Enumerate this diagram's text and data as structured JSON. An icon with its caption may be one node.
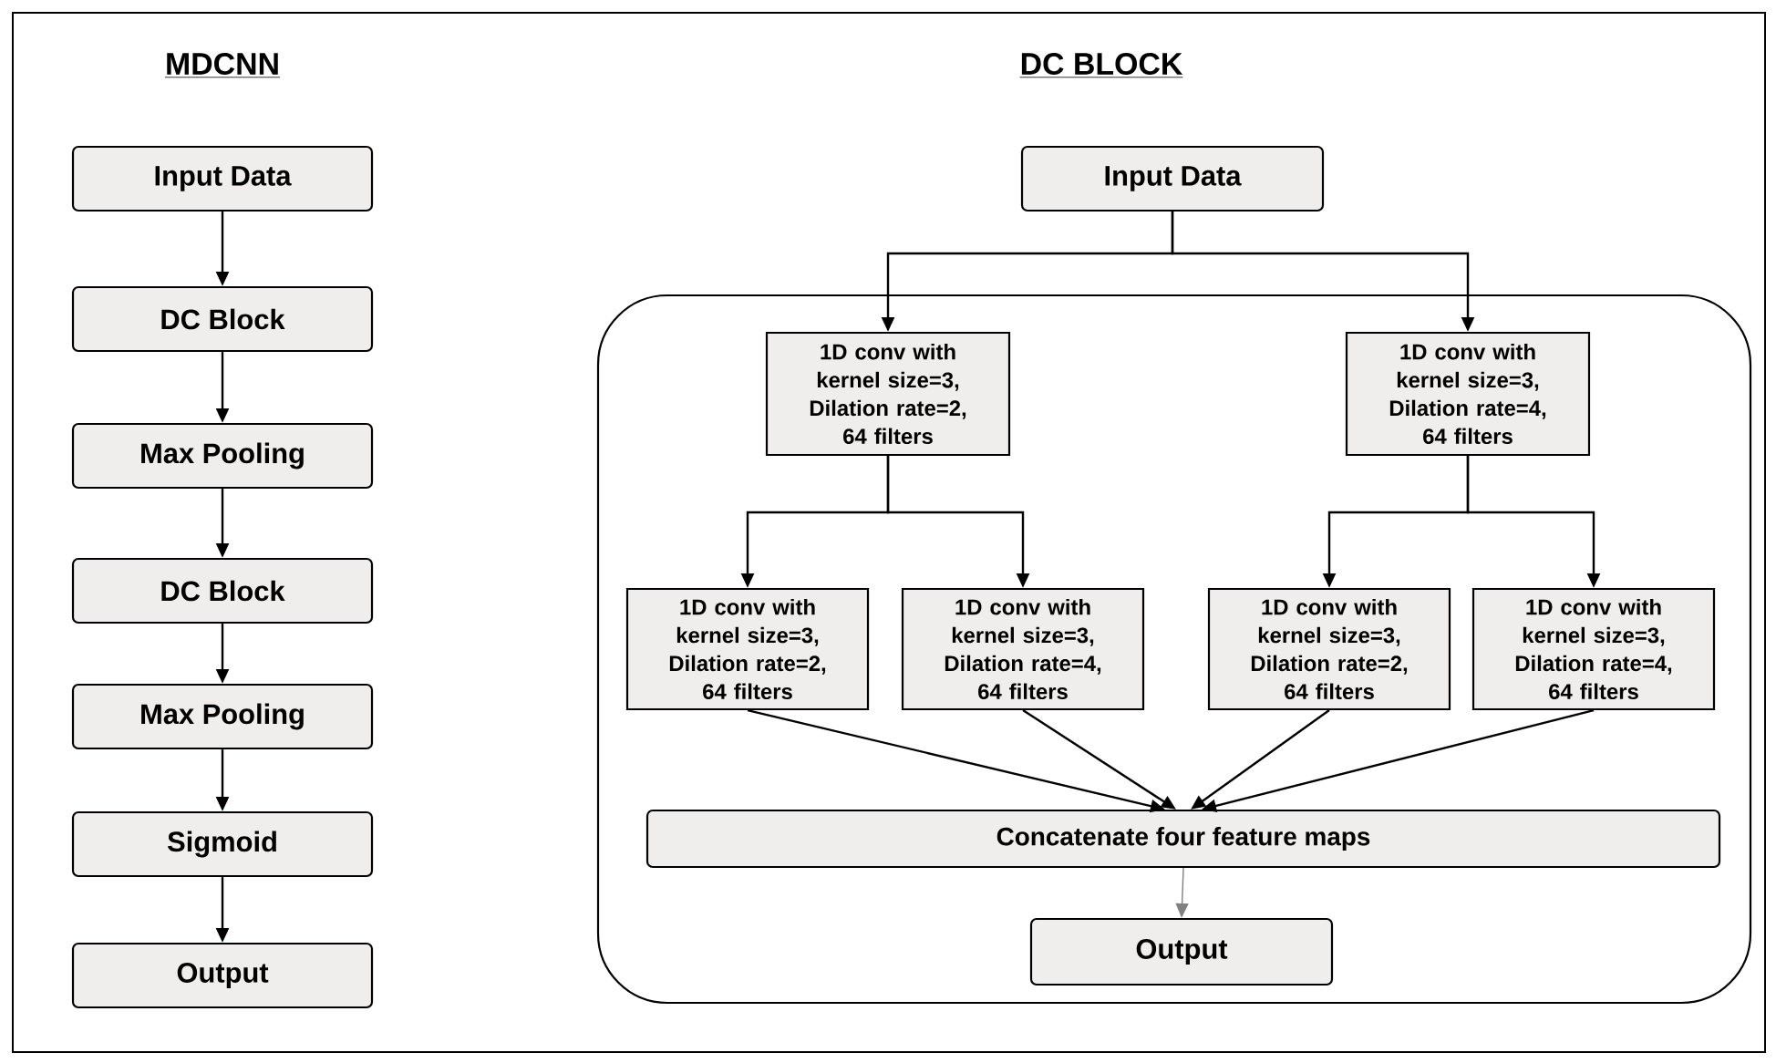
{
  "diagram": {
    "nodes": [
      {
        "text": [
          "Input Data"
        ]
      },
      {
        "text": [
          "DC Block"
        ]
      },
      {
        "text": [
          "Max Pooling"
        ]
      },
      {
        "text": [
          "DC Block"
        ]
      },
      {
        "text": [
          "Max Pooling"
        ]
      },
      {
        "text": [
          "Sigmoid"
        ]
      },
      {
        "text": [
          "Output"
        ]
      },
      {
        "text": [
          "Input Data"
        ]
      },
      {
        "text": [],
        "shape": "box"
      },
      {
        "text": [
          "1D conv with kernel size=3, Dilation rate=2, 64 filters"
        ],
        "in": 8
      },
      {
        "text": [
          "1D conv with kernel size=3, Dilation rate=4, 64 filters"
        ],
        "in": 8
      },
      {
        "text": [
          "1D conv with kernel size=3, Dilation rate=2, 64 filters"
        ],
        "in": 8
      },
      {
        "text": [
          "1D conv with kernel size=3, Dilation rate=4, 64 filters"
        ],
        "in": 8
      },
      {
        "text": [
          "1D conv with kernel size=3, Dilation rate=2, 64 filters"
        ],
        "in": 8
      },
      {
        "text": [
          "1D conv with kernel size=3, Dilation rate=4, 64 filters"
        ],
        "in": 8
      },
      {
        "text": [
          "Concatenate four feature maps"
        ],
        "in": 8
      },
      {
        "text": [
          "Output"
        ],
        "in": 8
      }
    ],
    "edges": [
      {
        "from": 0,
        "to": 1,
        "arrow": "to"
      },
      {
        "from": 1,
        "to": 2,
        "arrow": "to"
      },
      {
        "from": 2,
        "to": 3,
        "arrow": "to"
      },
      {
        "from": 3,
        "to": 4,
        "arrow": "to"
      },
      {
        "from": 4,
        "to": 5,
        "arrow": "to"
      },
      {
        "from": 5,
        "to": 6,
        "arrow": "to"
      },
      {
        "from": 7,
        "to": 9,
        "arrow": "to"
      },
      {
        "from": 7,
        "to": 10,
        "arrow": "to"
      },
      {
        "from": 9,
        "to": 11,
        "arrow": "to"
      },
      {
        "from": 9,
        "to": 12,
        "arrow": "to"
      },
      {
        "from": 10,
        "to": 13,
        "arrow": "to"
      },
      {
        "from": 10,
        "to": 14,
        "arrow": "to"
      },
      {
        "from": 11,
        "to": 15,
        "arrow": "to"
      },
      {
        "from": 12,
        "to": 15,
        "arrow": "to"
      },
      {
        "from": 13,
        "to": 15,
        "arrow": "to"
      },
      {
        "from": 14,
        "to": 15,
        "arrow": "to"
      },
      {
        "from": 15,
        "to": 16,
        "arrow": "to",
        "color": "#808080"
      }
    ],
    "labels": [
      "MDCNN",
      "DC BLOCK"
    ]
  }
}
